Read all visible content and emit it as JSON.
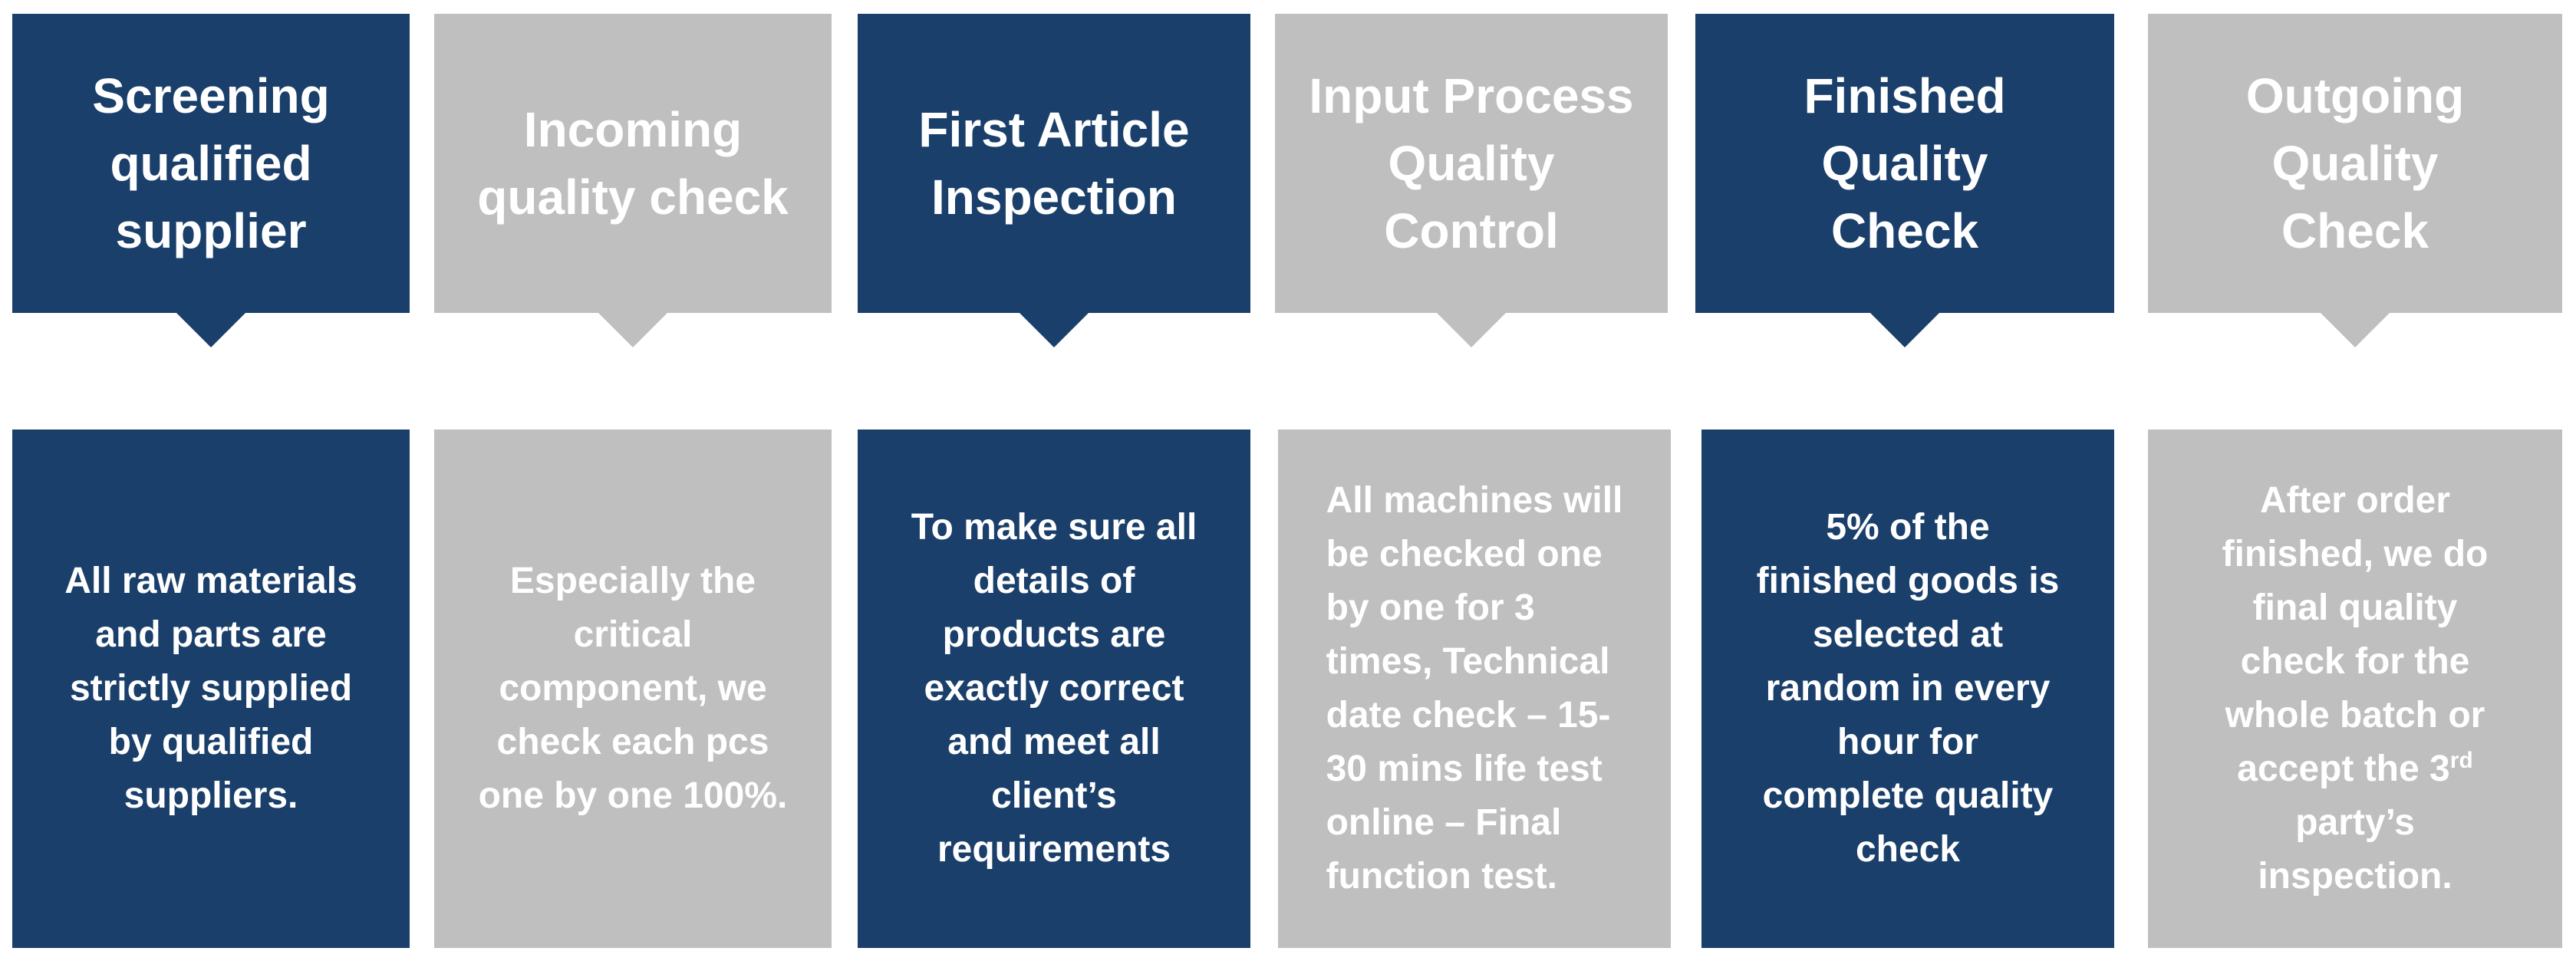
{
  "colors": {
    "dark": "#1a3f6b",
    "light": "#bfbfbf",
    "text": "#ffffff"
  },
  "steps": [
    {
      "style": "dark",
      "title": "Screening\nqualified\nsupplier",
      "description": "All raw materials\nand parts are\nstrictly supplied\nby qualified\nsuppliers."
    },
    {
      "style": "light",
      "title": "Incoming\nquality check",
      "description": "Especially the\ncritical\ncomponent, we\ncheck each pcs\none by one 100%."
    },
    {
      "style": "dark",
      "title": "First Article\nInspection",
      "description": "To make sure all\ndetails of\nproducts are\nexactly correct\nand meet all\nclient’s\nrequirements"
    },
    {
      "style": "light",
      "title": "Input Process\nQuality\nControl",
      "description": "All machines will\nbe checked one\nby one for 3\ntimes, Technical\ndate check – 15-\n30 mins life test\nonline – Final\nfunction test."
    },
    {
      "style": "dark",
      "title": "Finished\nQuality\nCheck",
      "description": "5% of the\nfinished goods is\nselected at\nrandom in every\nhour for\ncomplete quality\ncheck"
    },
    {
      "style": "light",
      "title": "Outgoing\nQuality\nCheck",
      "description_before_sup": "After order\nfinished, we do\nfinal quality\ncheck for the\nwhole batch or\naccept the 3",
      "description_sup": "rd",
      "description_after_sup": "\nparty’s\ninspection."
    }
  ]
}
